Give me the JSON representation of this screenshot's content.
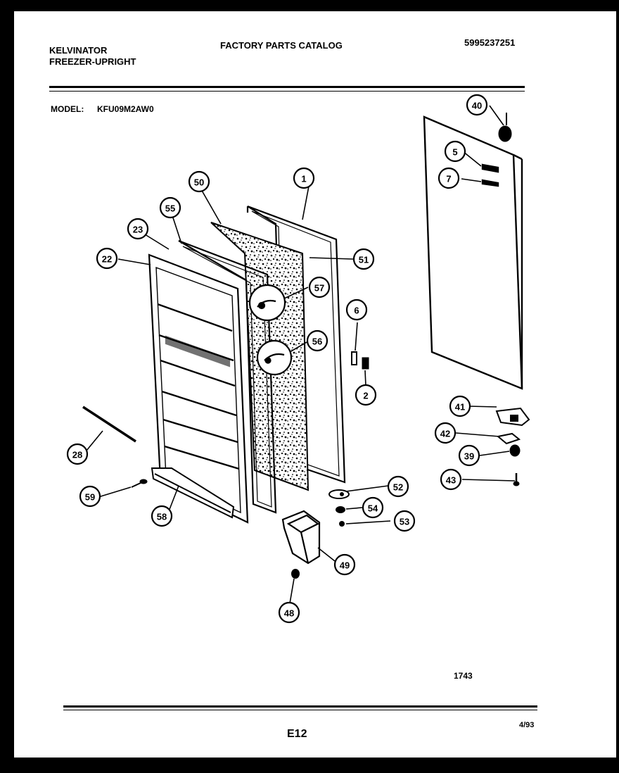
{
  "header": {
    "brand": "KELVINATOR",
    "product": "FREEZER-UPRIGHT",
    "catalog_title": "FACTORY PARTS CATALOG",
    "catalog_number": "5995237251",
    "model_label": "MODEL:",
    "model_number": "KFU09M2AW0"
  },
  "diagram": {
    "callouts": [
      "1",
      "2",
      "5",
      "6",
      "7",
      "22",
      "23",
      "28",
      "39",
      "40",
      "41",
      "42",
      "43",
      "48",
      "49",
      "50",
      "51",
      "52",
      "53",
      "54",
      "55",
      "56",
      "57",
      "58",
      "59"
    ],
    "drawing_number": "1743"
  },
  "footer": {
    "page_code": "E12",
    "date": "4/93"
  }
}
